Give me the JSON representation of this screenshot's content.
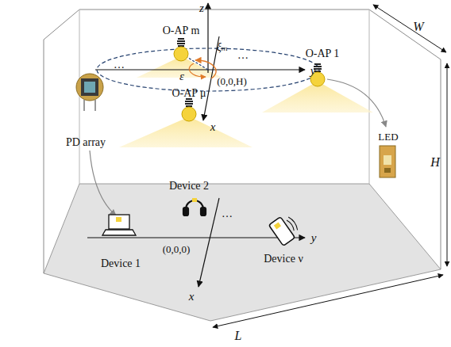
{
  "diagram": {
    "labels": [
      "z",
      "O-AP m",
      "ξₘ",
      "…",
      "…",
      "y",
      "ε",
      "(0,0,H)",
      "O-AP 1",
      "x",
      "O-AP μ",
      "W",
      "H",
      "PD array",
      "LED",
      "…",
      "Device 2",
      "y",
      "Device 1",
      "(0,0,0)",
      "Device ν",
      "x",
      "L"
    ]
  }
}
